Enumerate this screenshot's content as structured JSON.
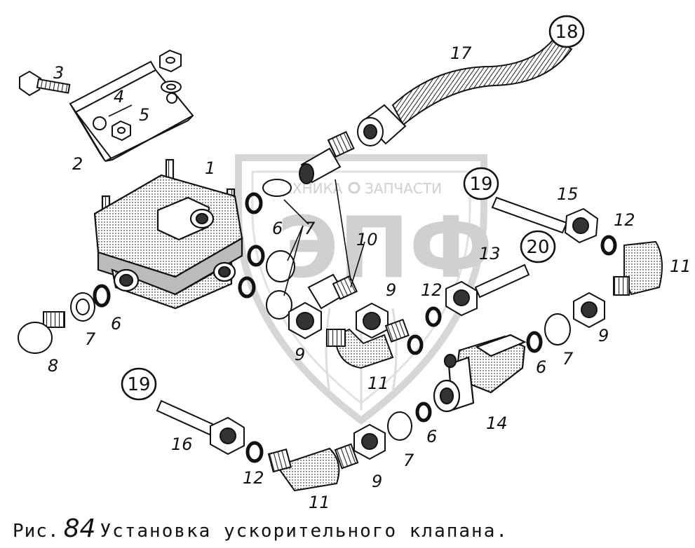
{
  "watermark": {
    "text_left": "ТЕХНИКА",
    "text_right": "ЗАПЧАСТИ",
    "letters": "ЭПФ"
  },
  "callouts": [
    {
      "id": "c1",
      "text": "1"
    },
    {
      "id": "c2",
      "text": "2"
    },
    {
      "id": "c3",
      "text": "3"
    },
    {
      "id": "c4",
      "text": "4"
    },
    {
      "id": "c5",
      "text": "5"
    },
    {
      "id": "c6a",
      "text": "6"
    },
    {
      "id": "c6b",
      "text": "6"
    },
    {
      "id": "c6c",
      "text": "6"
    },
    {
      "id": "c6d",
      "text": "6"
    },
    {
      "id": "c7a",
      "text": "7"
    },
    {
      "id": "c7b",
      "text": "7"
    },
    {
      "id": "c7c",
      "text": "7"
    },
    {
      "id": "c7d",
      "text": "7"
    },
    {
      "id": "c8",
      "text": "8"
    },
    {
      "id": "c9a",
      "text": "9"
    },
    {
      "id": "c9b",
      "text": "9"
    },
    {
      "id": "c9c",
      "text": "9"
    },
    {
      "id": "c9d",
      "text": "9"
    },
    {
      "id": "c10",
      "text": "10"
    },
    {
      "id": "c11a",
      "text": "11"
    },
    {
      "id": "c11b",
      "text": "11"
    },
    {
      "id": "c11c",
      "text": "11"
    },
    {
      "id": "c12a",
      "text": "12"
    },
    {
      "id": "c12b",
      "text": "12"
    },
    {
      "id": "c12c",
      "text": "12"
    },
    {
      "id": "c13",
      "text": "13"
    },
    {
      "id": "c14",
      "text": "14"
    },
    {
      "id": "c15",
      "text": "15"
    },
    {
      "id": "c16",
      "text": "16"
    },
    {
      "id": "c17",
      "text": "17"
    },
    {
      "id": "c18",
      "text": "18"
    },
    {
      "id": "c19a",
      "text": "19"
    },
    {
      "id": "c19b",
      "text": "19"
    },
    {
      "id": "c20",
      "text": "20"
    }
  ],
  "caption": {
    "prefix": "Рис.",
    "number": "84",
    "title": "Установка ускорительного клапана."
  }
}
